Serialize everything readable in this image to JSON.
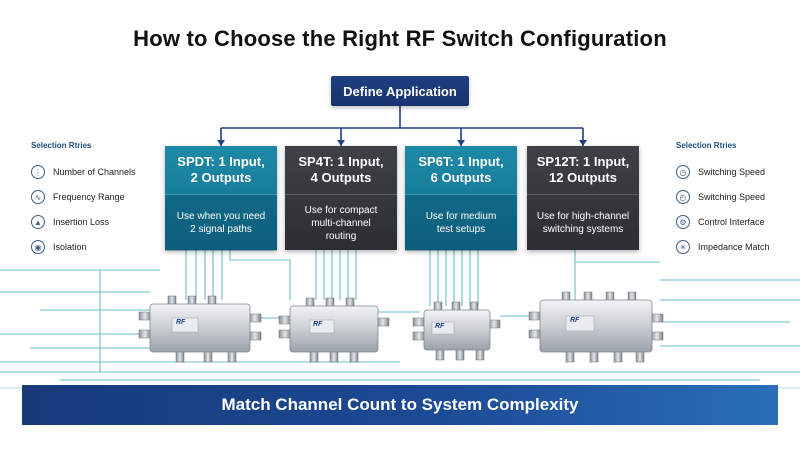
{
  "title": "How to Choose the Right RF Switch Configuration",
  "root": {
    "label": "Define Application"
  },
  "options": [
    {
      "head_line1": "SPDT: 1 Input,",
      "head_line2": "2 Outputs",
      "desc_line1": "Use when you need",
      "desc_line2": "2 signal paths",
      "desc_line3": "",
      "style": "teal"
    },
    {
      "head_line1": "SP4T: 1 Input,",
      "head_line2": "4 Outputs",
      "desc_line1": "Use for compact",
      "desc_line2": "multi-channel",
      "desc_line3": "routing",
      "style": "dark"
    },
    {
      "head_line1": "SP6T: 1 Input,",
      "head_line2": "6 Outputs",
      "desc_line1": "Use for medium",
      "desc_line2": "test setups",
      "desc_line3": "",
      "style": "teal"
    },
    {
      "head_line1": "SP12T: 1 Input,",
      "head_line2": "12 Outputs",
      "desc_line1": "Use for high-channel",
      "desc_line2": "switching systems",
      "desc_line3": "",
      "style": "dark"
    }
  ],
  "left_panel": {
    "heading": "Selection Rtries",
    "items": [
      {
        "label": "Number of Channels",
        "icon": "network-icon"
      },
      {
        "label": "Frequency Range",
        "icon": "wave-icon"
      },
      {
        "label": "Insertion Loss",
        "icon": "signal-icon"
      },
      {
        "label": "Isolation",
        "icon": "shield-icon"
      }
    ]
  },
  "right_panel": {
    "heading": "Selection Rtries",
    "items": [
      {
        "label": "Switching Speed",
        "icon": "stopwatch-icon"
      },
      {
        "label": "Switching Speed",
        "icon": "timer-icon"
      },
      {
        "label": "Control Interface",
        "icon": "gear-icon"
      },
      {
        "label": "Impedance Match",
        "icon": "antenna-icon"
      }
    ]
  },
  "module_brand": "RF",
  "banner": "Match Channel Count to System Complexity",
  "colors": {
    "navy": "#1b3a78",
    "teal": "#137a98",
    "dark": "#35393d",
    "line_teal": "#5fb5c4",
    "line_navy": "#1f3f82"
  }
}
